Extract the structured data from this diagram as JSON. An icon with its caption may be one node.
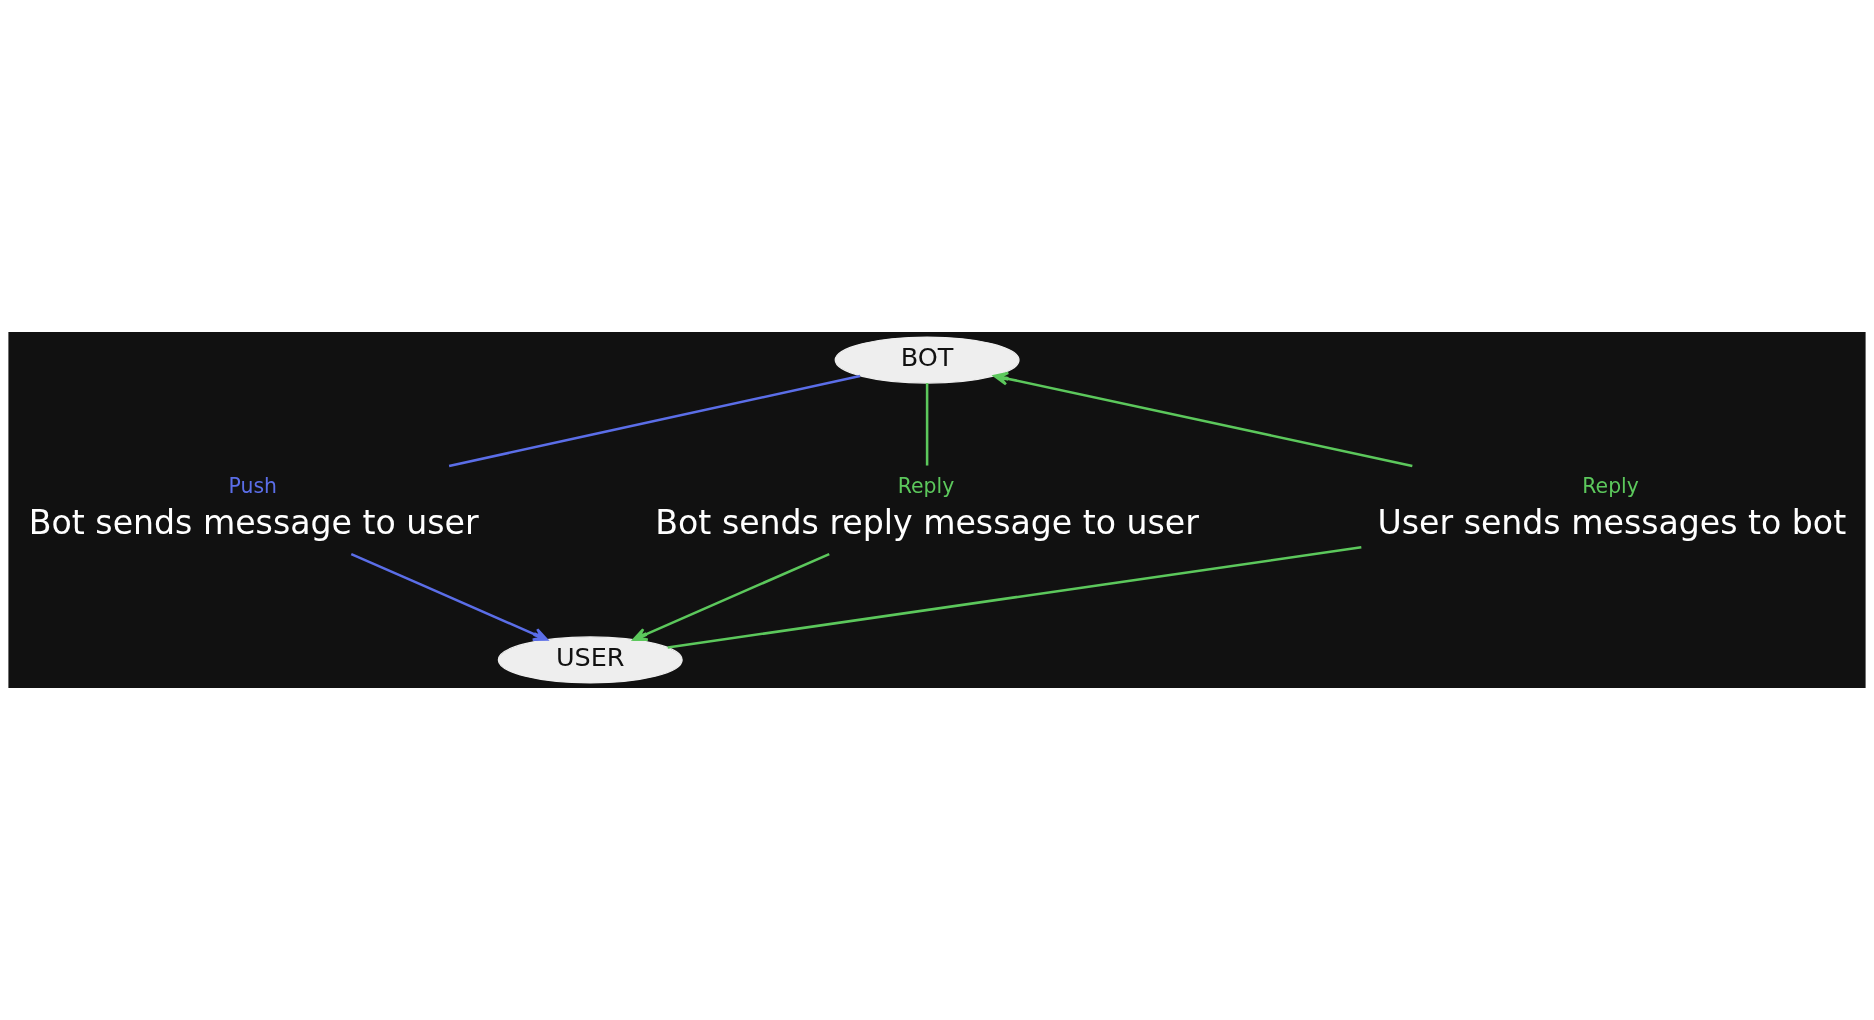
{
  "diagram": {
    "nodes": [
      {
        "text": [
          "BOT"
        ]
      },
      {
        "text": [
          "USER"
        ]
      },
      {
        "text": [
          "Reply",
          "User sends messages to bot"
        ]
      },
      {
        "text": [
          "Push",
          "Bot sends message to user"
        ]
      },
      {
        "text": [
          "Reply",
          "Bot sends reply message to user"
        ]
      }
    ],
    "edges": [
      {
        "from": 1,
        "to": 2,
        "arrow": "none"
      },
      {
        "from": 2,
        "to": 0,
        "arrow": "to"
      },
      {
        "from": 0,
        "to": 3,
        "arrow": "none",
        "color": "#5b6ee8"
      },
      {
        "from": 3,
        "to": 1,
        "arrow": "to",
        "color": "#5b6ee8"
      },
      {
        "from": 0,
        "to": 4,
        "arrow": "none"
      },
      {
        "from": 4,
        "to": 1,
        "arrow": "to"
      }
    ]
  }
}
